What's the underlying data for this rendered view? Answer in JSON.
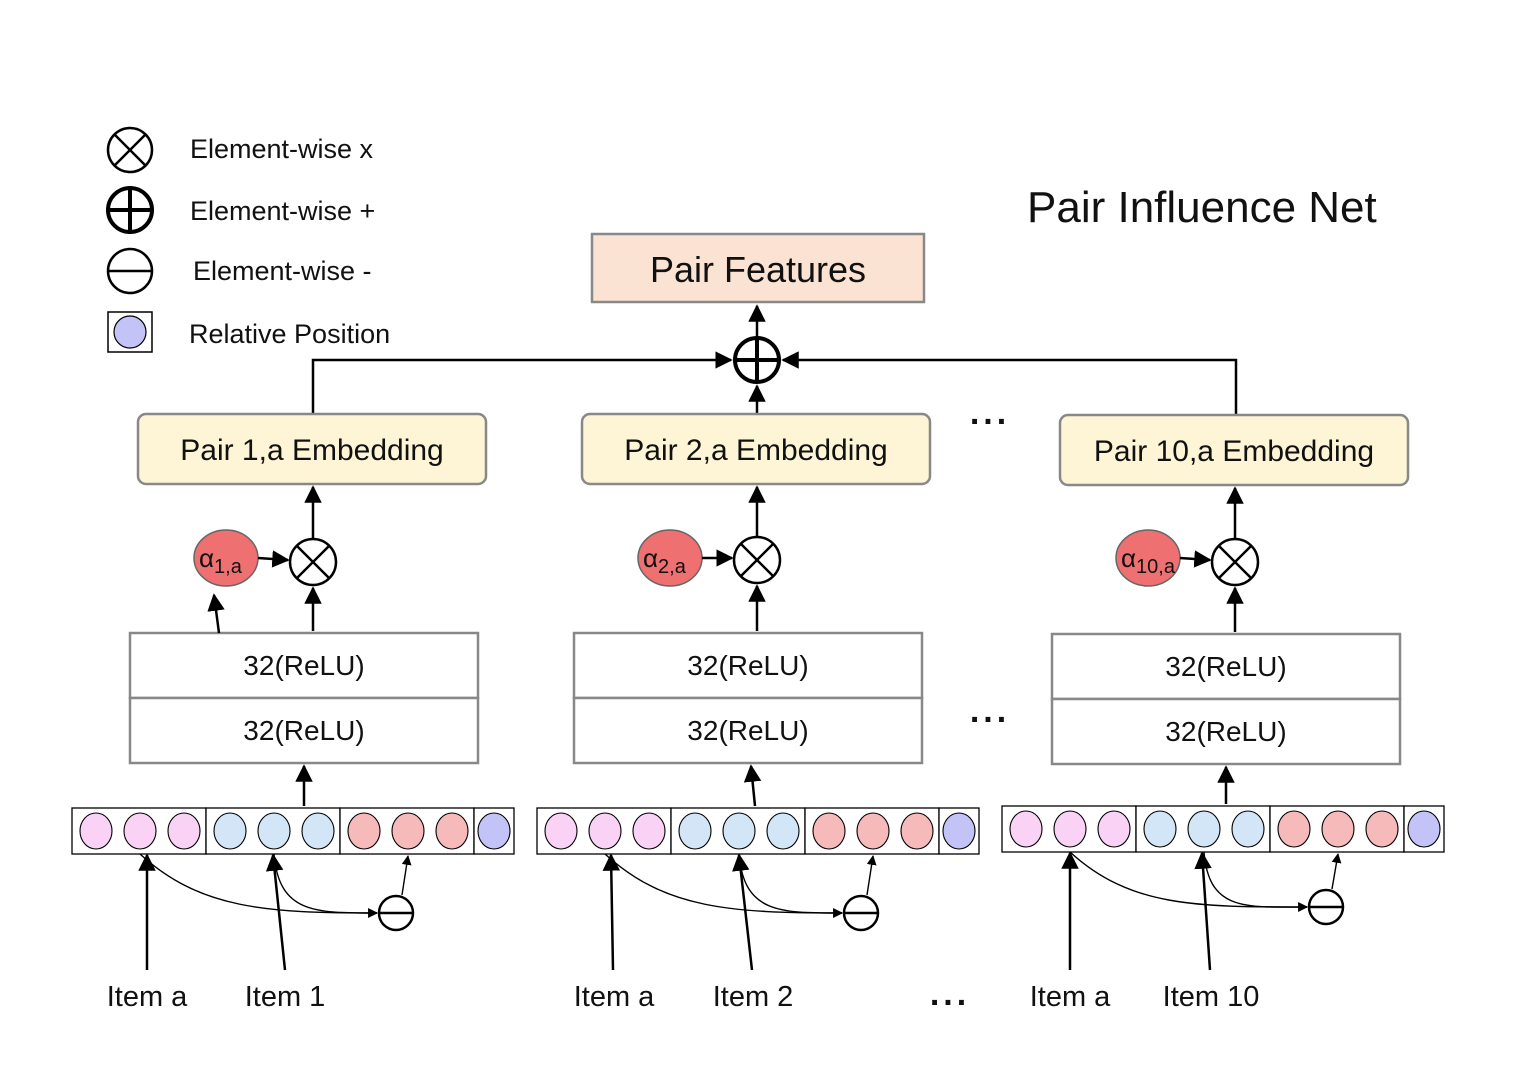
{
  "title": "Pair Influence Net",
  "legend": [
    {
      "symbol": "multiply",
      "label": "Element-wise x"
    },
    {
      "symbol": "plus",
      "label": "Element-wise +"
    },
    {
      "symbol": "minus",
      "label": "Element-wise -"
    },
    {
      "symbol": "relative-position",
      "label": "Relative Position"
    }
  ],
  "pair_features": "Pair Features",
  "columns": [
    {
      "embedding": "Pair 1,a Embedding",
      "relu_top": "32(ReLU)",
      "relu_bottom": "32(ReLU)",
      "alpha": "α",
      "alpha_sub": "1,a",
      "item_left": "Item a",
      "item_right": "Item 1"
    },
    {
      "embedding": "Pair 2,a Embedding",
      "relu_top": "32(ReLU)",
      "relu_bottom": "32(ReLU)",
      "alpha": "α",
      "alpha_sub": "2,a",
      "item_left": "Item a",
      "item_right": "Item 2"
    },
    {
      "embedding": "Pair 10,a Embedding",
      "relu_top": "32(ReLU)",
      "relu_bottom": "32(ReLU)",
      "alpha": "α",
      "alpha_sub": "10,a",
      "item_left": "Item a",
      "item_right": "Item 10"
    }
  ],
  "ellipsis": "...",
  "colors": {
    "pair_features_fill": "#FBE3D4",
    "embedding_fill": "#FDF5D6",
    "box_stroke": "#888888",
    "alpha_fill": "#EE7070",
    "pink": "#F9D2F5",
    "blue": "#D3E6F8",
    "red": "#F6BABA",
    "relpos": "#C3C3F8"
  }
}
